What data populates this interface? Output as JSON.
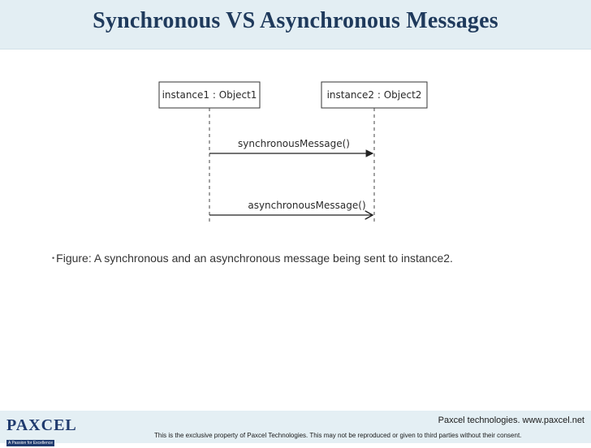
{
  "slide": {
    "title": "Synchronous VS Asynchronous Messages"
  },
  "diagram": {
    "lifelines": [
      {
        "label": "instance1 : Object1"
      },
      {
        "label": "instance2 : Object2"
      }
    ],
    "messages": [
      {
        "label": "synchronousMessage()",
        "kind": "synchronous"
      },
      {
        "label": "asynchronousMessage()",
        "kind": "asynchronous"
      }
    ]
  },
  "caption": {
    "bullet": "•",
    "text": "Figure:  A synchronous and an asynchronous message being sent to instance2."
  },
  "footer": {
    "logo_text": "PAXCEL",
    "logo_tagline": "A Passion for Excellence",
    "site": "Paxcel technologies. www.paxcel.net",
    "notice": "This is the exclusive property of Paxcel Technologies. This may not be reproduced or given to third parties without their consent."
  },
  "colors": {
    "title": "#1f3a5c",
    "band": "#e3eef3",
    "brand": "#1f3a6e"
  }
}
